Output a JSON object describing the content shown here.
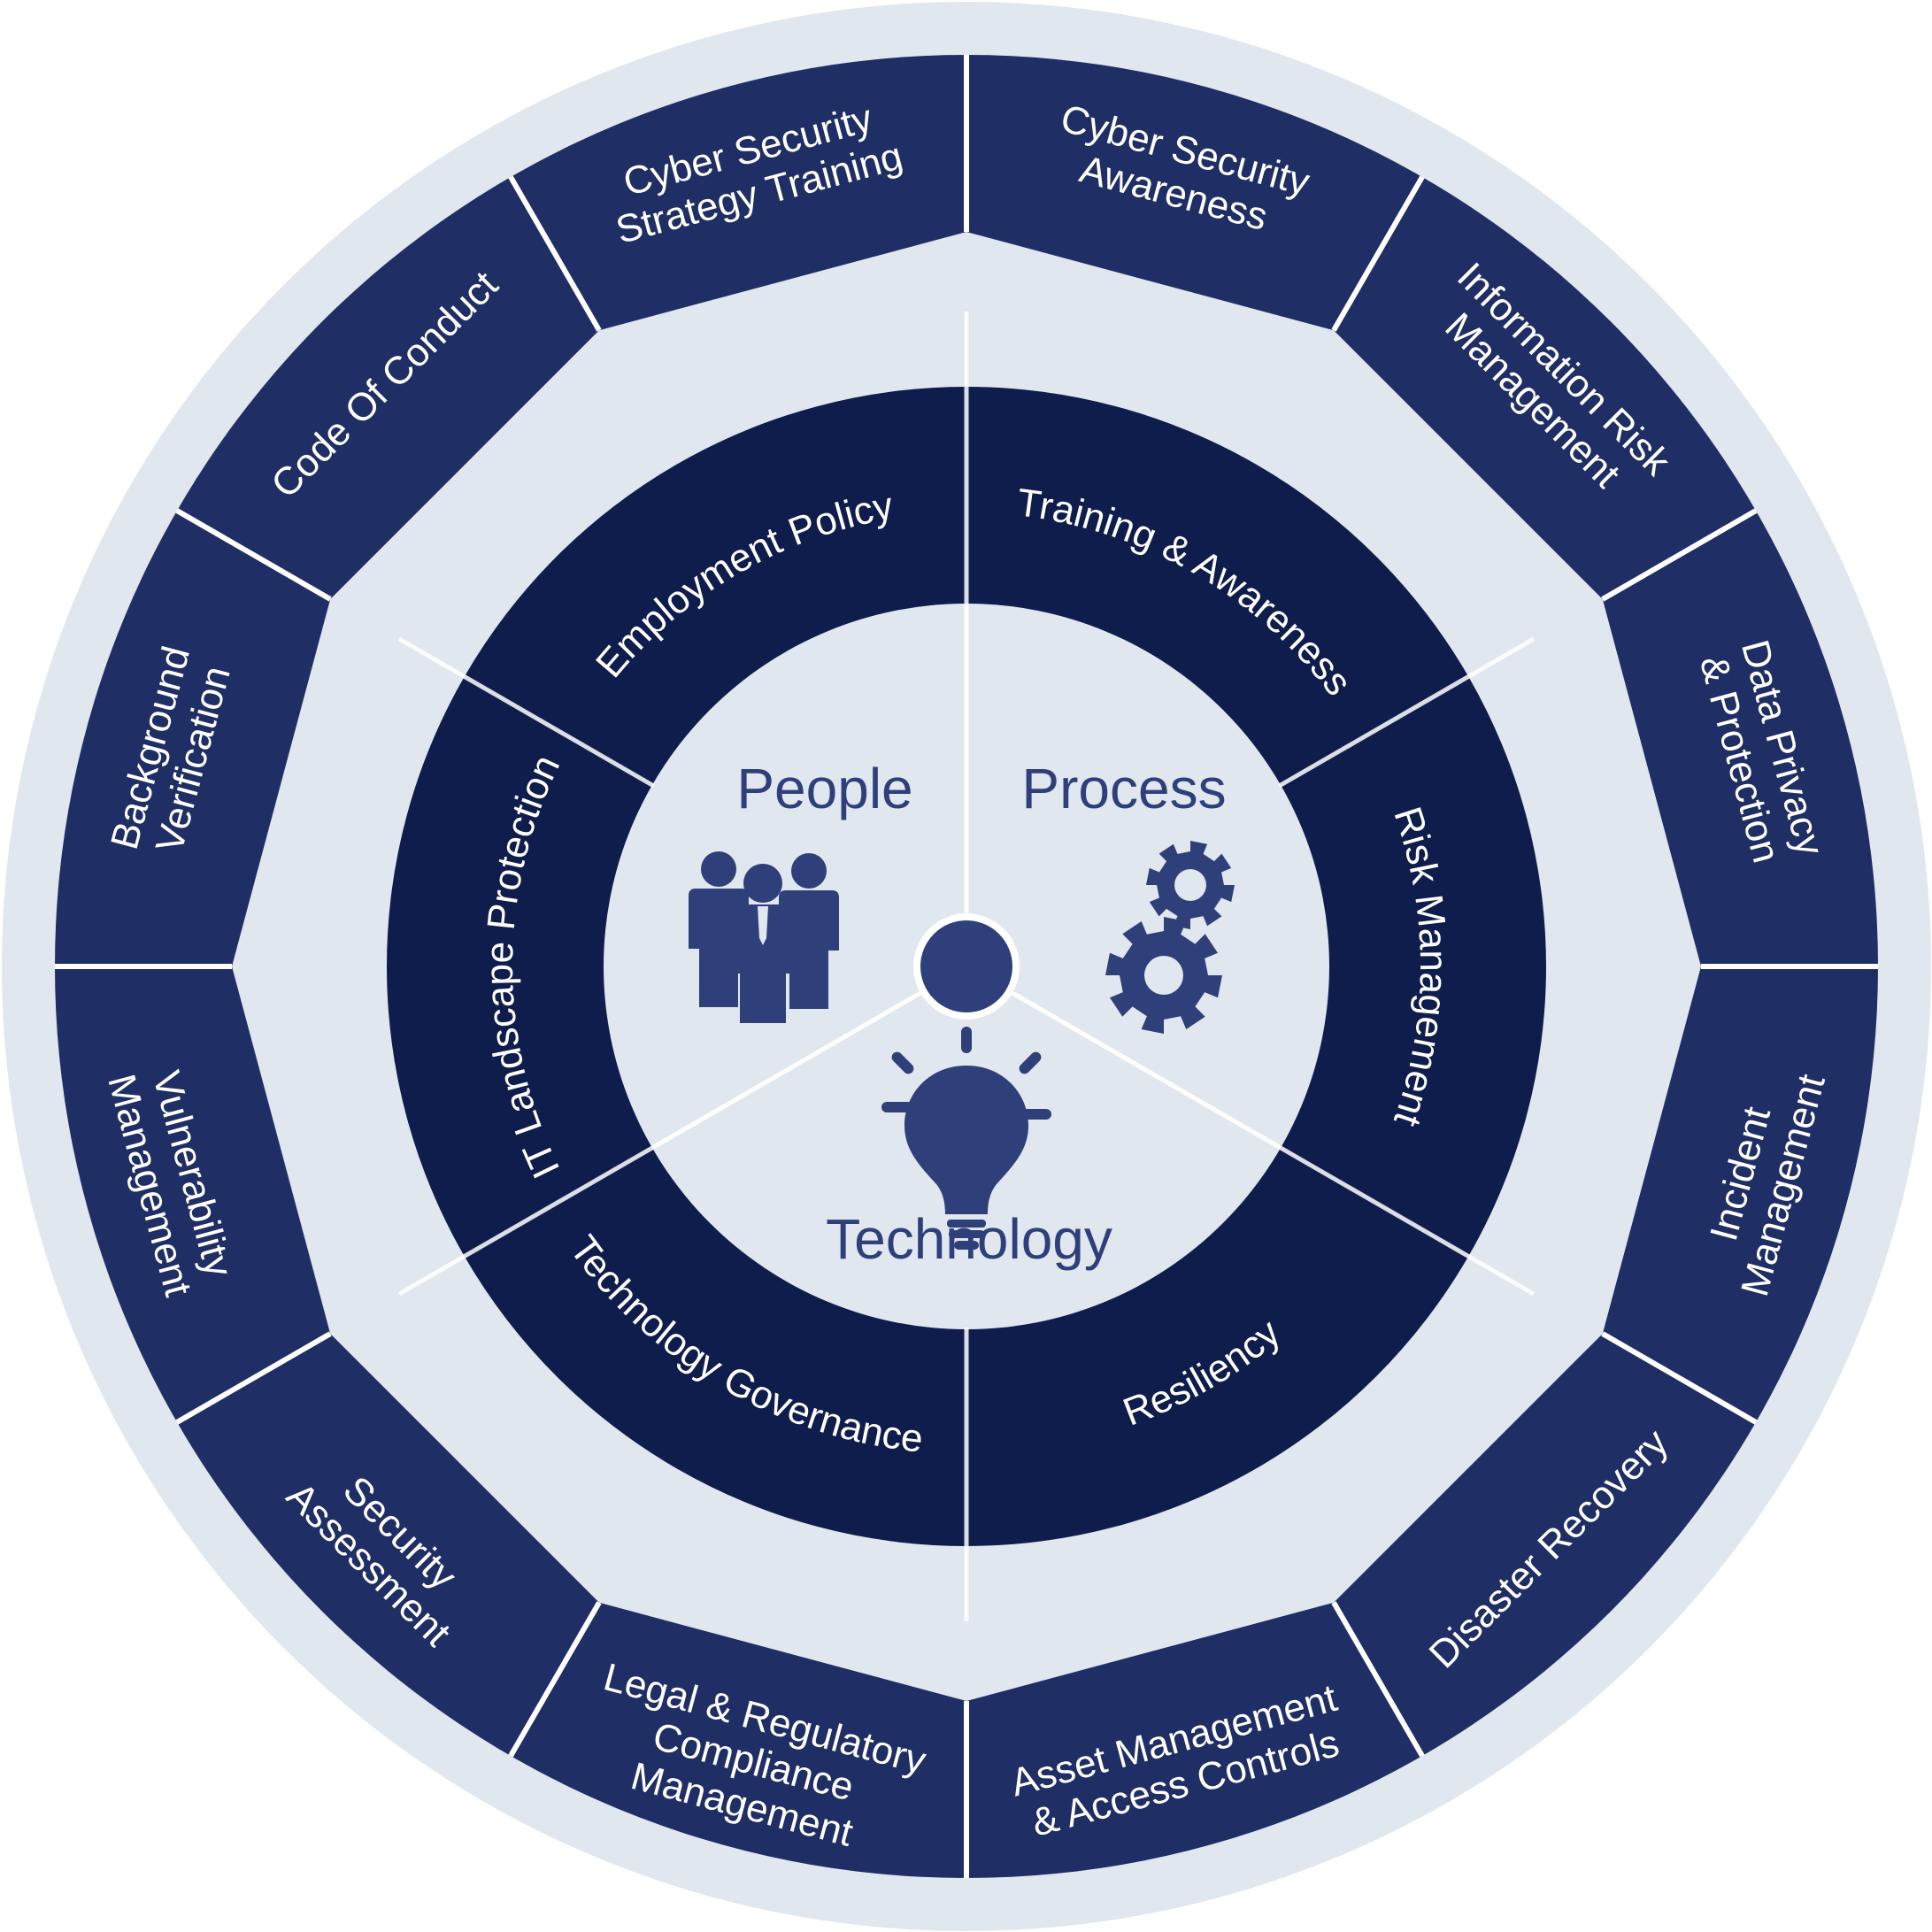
{
  "center": {
    "labels": [
      {
        "id": "people",
        "text": "People"
      },
      {
        "id": "process",
        "text": "Process"
      },
      {
        "id": "technology",
        "text": "Technology"
      }
    ],
    "icons": [
      "people-group-icon",
      "gears-icon",
      "lightbulb-icon"
    ]
  },
  "middle_ring": [
    {
      "id": "training",
      "text": "Training & Awareness"
    },
    {
      "id": "risk",
      "text": "Risk Management"
    },
    {
      "id": "resiliency",
      "text": "Resiliency"
    },
    {
      "id": "techgov",
      "text": "Technology Governance"
    },
    {
      "id": "itland",
      "text": "IT Landscape Protection"
    },
    {
      "id": "employment",
      "text": "Employment Policy"
    }
  ],
  "outer_ring": [
    {
      "id": "csa",
      "lines": [
        "Cyber Security",
        "Awareness"
      ]
    },
    {
      "id": "irm",
      "lines": [
        "Information Risk",
        "Management"
      ]
    },
    {
      "id": "dpp",
      "lines": [
        "Data Privacy",
        "& Protection"
      ]
    },
    {
      "id": "incident",
      "lines": [
        "Incident",
        "Management"
      ]
    },
    {
      "id": "disaster",
      "lines": [
        "Disaster Recovery"
      ]
    },
    {
      "id": "asset",
      "lines": [
        "Asset Management",
        "& Access Controls"
      ]
    },
    {
      "id": "legal",
      "lines": [
        "Legal & Regulatory",
        "Compliance",
        "Management"
      ]
    },
    {
      "id": "secassess",
      "lines": [
        "Security",
        "Assessment"
      ]
    },
    {
      "id": "vuln",
      "lines": [
        "Vulnerability",
        "Management"
      ]
    },
    {
      "id": "background",
      "lines": [
        "Background",
        "Verification"
      ]
    },
    {
      "id": "conduct",
      "lines": [
        "Code Of Conduct"
      ]
    },
    {
      "id": "csst",
      "lines": [
        "Cyber Security",
        "Strategy Training"
      ]
    }
  ],
  "colors": {
    "background_ring": "#e0e7ee",
    "outer_segment": "#1f2e65",
    "middle_segment": "#0f1d4d",
    "gap_ring": "#e0e7ee",
    "center_disc": "#e0e7ee",
    "center_text": "#2e3f7c",
    "icon": "#2f3f7a",
    "segment_text": "#ffffff",
    "divider": "#ffffff"
  }
}
